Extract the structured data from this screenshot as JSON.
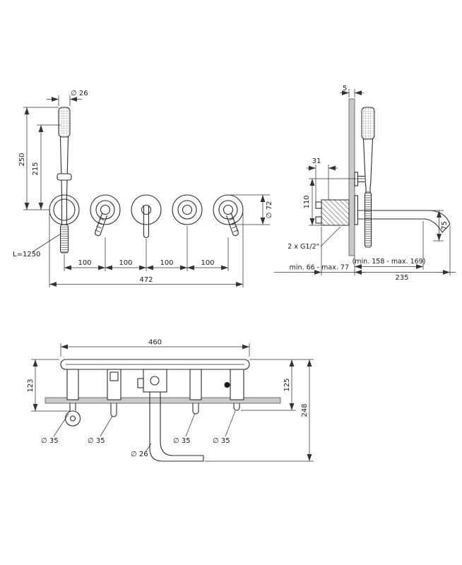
{
  "page": {
    "line_color": "#2b2b2b",
    "wall_fill": "#c9c9c9"
  },
  "front_view": {
    "shower_diameter": "∅ 26",
    "height_total": "250",
    "height_holder": "215",
    "hose_length": "L=1250",
    "spacing": [
      "100",
      "100",
      "100",
      "100"
    ],
    "total_width": "472",
    "rosette_diameter": "∅ 72"
  },
  "side_view": {
    "plate_thickness": "5",
    "offset_depth": "31",
    "height_spacing": "110",
    "spout_drop": "75",
    "connections": "2 x G1/2\"",
    "depth_range": "min. 66 - max. 77",
    "reach_range": "(min. 158 - max. 169)",
    "spout_reach": "235"
  },
  "plan_view": {
    "rail_width": "460",
    "depth_left": "123",
    "depth_right": "125",
    "depth_total": "248",
    "valve_diameters": [
      "∅ 35",
      "∅ 35",
      "∅ 35",
      "∅ 35"
    ],
    "spout_diameter": "∅ 26"
  }
}
